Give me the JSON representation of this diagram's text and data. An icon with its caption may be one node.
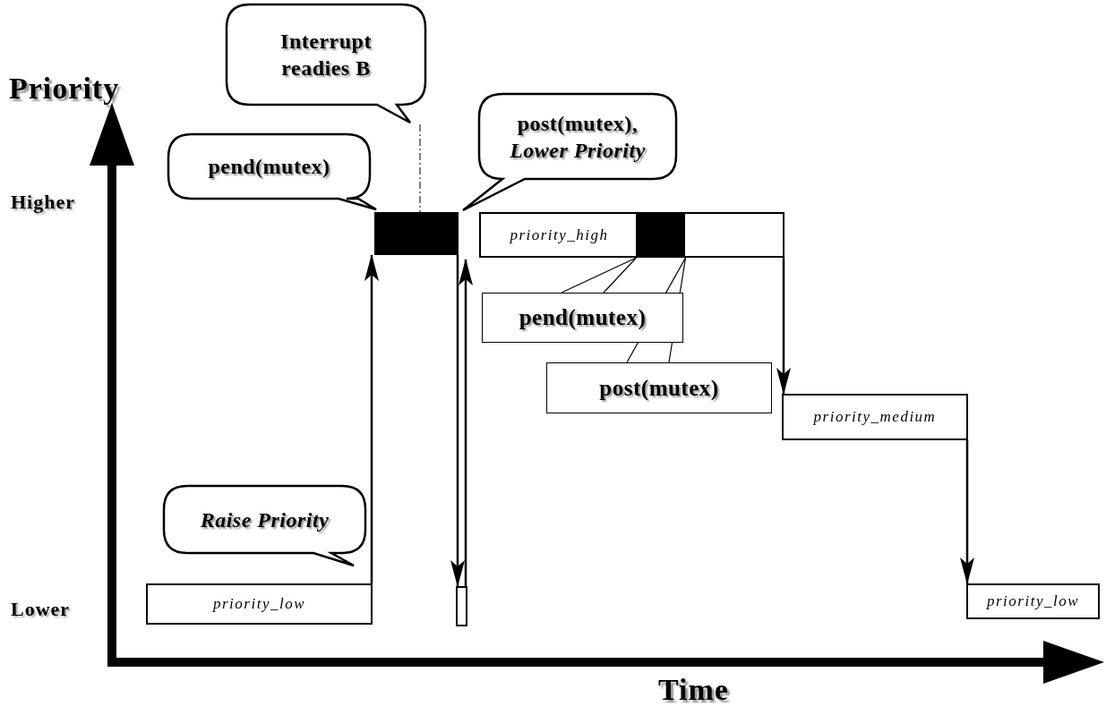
{
  "diagram": {
    "nodes": [
      {
        "text": [
          "Interrupt readies B"
        ]
      },
      {
        "text": [
          "pend(mutex)"
        ]
      },
      {
        "text": [
          "post(mutex), *Lower Priority*"
        ]
      },
      {
        "text": [],
        "shape": "bar"
      },
      {
        "text": [
          "priority_high"
        ]
      },
      {
        "text": [],
        "shape": "bar",
        "in": 4
      },
      {
        "text": [
          "pend(mutex)"
        ]
      },
      {
        "text": [
          "post(mutex)"
        ]
      },
      {
        "text": [
          "priority_medium"
        ]
      },
      {
        "text": [
          "Raise Priority"
        ]
      },
      {
        "text": [
          "priority_low"
        ]
      },
      {
        "text": [],
        "shape": "bar"
      },
      {
        "text": [
          "priority_low"
        ]
      }
    ],
    "edges": [
      {
        "from": 10,
        "to": 3,
        "arrow": "to"
      },
      {
        "from": 3,
        "to": 11,
        "arrow": "to"
      },
      {
        "from": 11,
        "to": 4,
        "arrow": "to"
      },
      {
        "from": 4,
        "to": 8,
        "arrow": "to"
      },
      {
        "from": 8,
        "to": 12,
        "arrow": "to"
      },
      {
        "from": 6,
        "to": 5,
        "arrow": "none"
      },
      {
        "from": 7,
        "to": 5,
        "arrow": "none"
      },
      {
        "from": 0,
        "to": 3,
        "arrow": "none",
        "style": "dashed"
      }
    ],
    "labels": [
      "Priority",
      "Higher",
      "Lower",
      "Time"
    ]
  }
}
